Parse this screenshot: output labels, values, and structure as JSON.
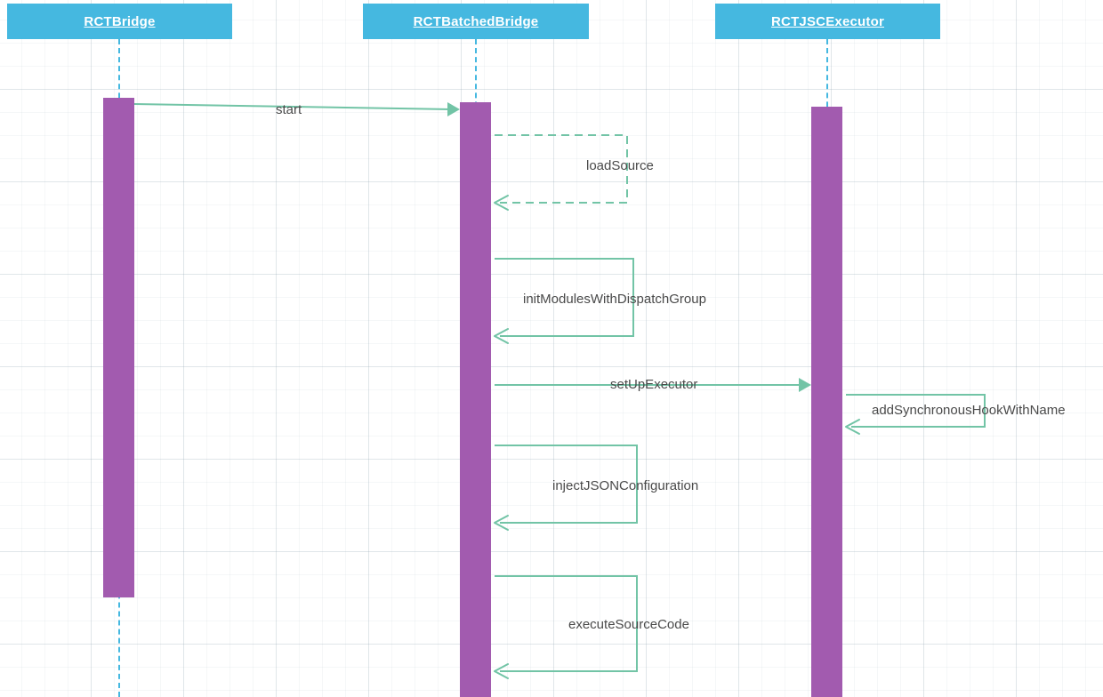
{
  "diagram": {
    "type": "sequence-diagram",
    "background": "grid",
    "colors": {
      "participant_box": "#45B8E0",
      "participant_text": "#ffffff",
      "lifeline": "#45B8E0",
      "activation_bar": "#A25BAF",
      "message_arrow": "#72C4A6",
      "message_label": "#4a4a4a",
      "grid": "#e9eef1"
    },
    "participants": [
      {
        "id": "bridge",
        "label": "RCTBridge"
      },
      {
        "id": "batchedbridge",
        "label": "RCTBatchedBridge"
      },
      {
        "id": "jscexecutor",
        "label": "RCTJSCExecutor"
      }
    ],
    "messages": [
      {
        "index": 1,
        "label": "start",
        "from": "bridge",
        "to": "batchedbridge",
        "kind": "call",
        "line": "solid",
        "arrowhead": "filled"
      },
      {
        "index": 2,
        "label": "loadSource",
        "from": "batchedbridge",
        "to": "batchedbridge",
        "kind": "self-call",
        "line": "dashed",
        "arrowhead": "open"
      },
      {
        "index": 3,
        "label": "initModulesWithDispatchGroup",
        "from": "batchedbridge",
        "to": "batchedbridge",
        "kind": "self-call",
        "line": "solid",
        "arrowhead": "open"
      },
      {
        "index": 4,
        "label": "setUpExecutor",
        "from": "batchedbridge",
        "to": "jscexecutor",
        "kind": "call",
        "line": "solid",
        "arrowhead": "filled"
      },
      {
        "index": 5,
        "label": "addSynchronousHookWithName",
        "from": "jscexecutor",
        "to": "jscexecutor",
        "kind": "self-call",
        "line": "solid",
        "arrowhead": "open"
      },
      {
        "index": 6,
        "label": "injectJSONConfiguration",
        "from": "batchedbridge",
        "to": "batchedbridge",
        "kind": "self-call",
        "line": "solid",
        "arrowhead": "open"
      },
      {
        "index": 7,
        "label": "executeSourceCode",
        "from": "batchedbridge",
        "to": "batchedbridge",
        "kind": "self-call",
        "line": "solid",
        "arrowhead": "open"
      }
    ]
  }
}
